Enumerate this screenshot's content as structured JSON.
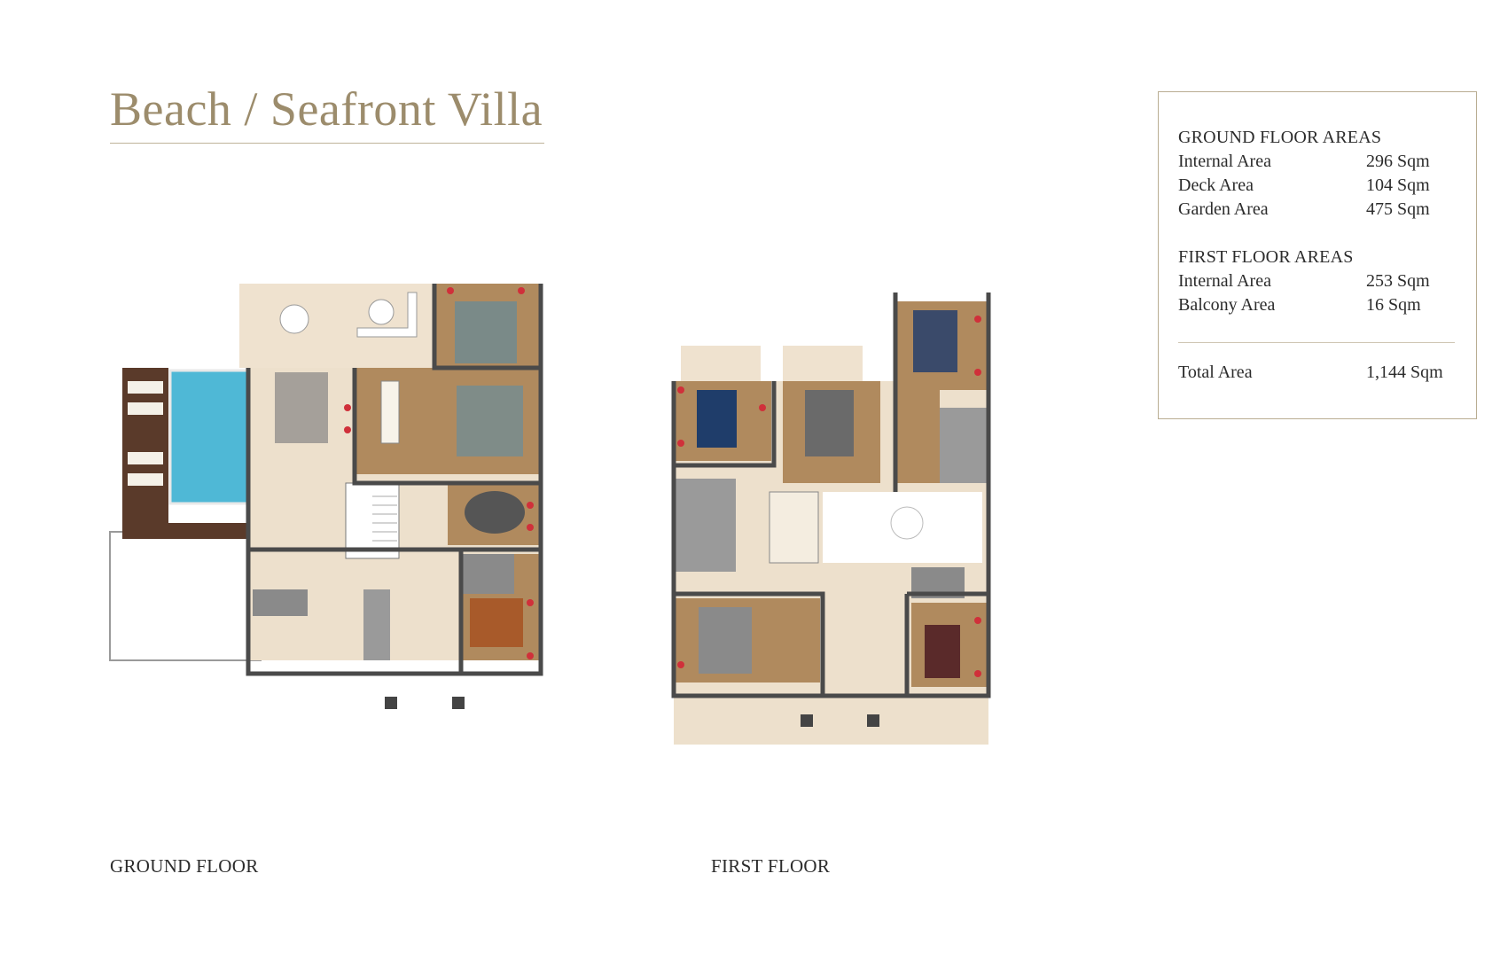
{
  "title": "Beach / Seafront Villa",
  "floors": {
    "ground_label": "GROUND FLOOR",
    "first_label": "FIRST FLOOR"
  },
  "areas": {
    "ground": {
      "heading": "GROUND FLOOR AREAS",
      "rows": [
        {
          "label": "Internal Area",
          "value": "296 Sqm"
        },
        {
          "label": "Deck Area",
          "value": "104 Sqm"
        },
        {
          "label": "Garden Area",
          "value": "475 Sqm"
        }
      ]
    },
    "first": {
      "heading": "FIRST FLOOR AREAS",
      "rows": [
        {
          "label": "Internal Area",
          "value": "253 Sqm"
        },
        {
          "label": "Balcony Area",
          "value": "16 Sqm"
        }
      ]
    },
    "total": {
      "label": "Total Area",
      "value": "1,144 Sqm"
    }
  },
  "colors": {
    "title": "#9c8c6c",
    "wood": "#b08a5e",
    "terrace": "#efe2cf",
    "pool": "#4fb8d6",
    "wall": "#4a4a4a",
    "deck": "#5a3a2a",
    "marker": "#d0303a"
  }
}
